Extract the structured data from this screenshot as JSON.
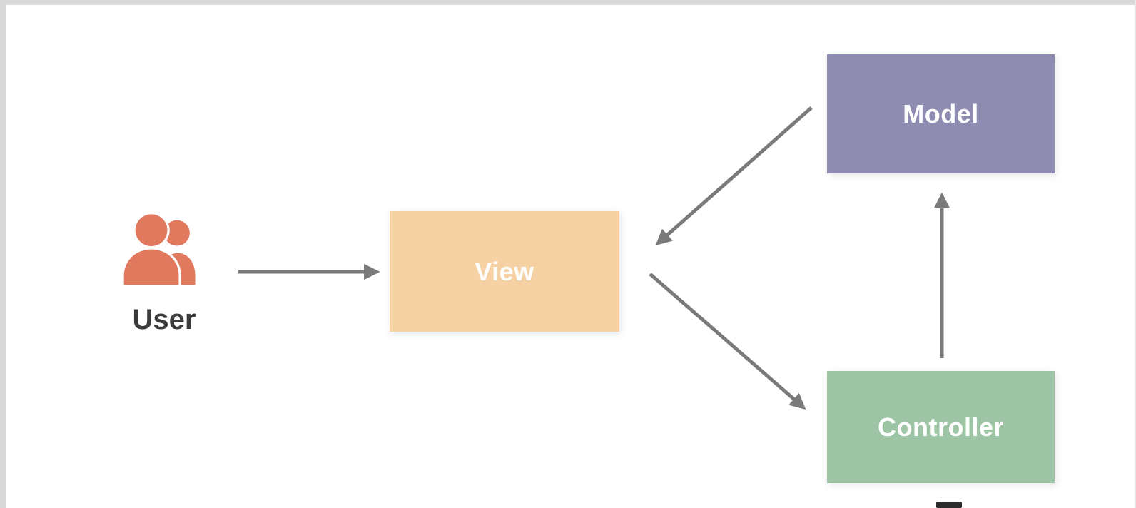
{
  "diagram": {
    "type": "flowchart",
    "nodes": {
      "user": {
        "label": "User",
        "icon": "users-icon",
        "icon_color": "#e0795d",
        "label_color": "#3b3b3b"
      },
      "view": {
        "label": "View",
        "fill": "#f5d1a3",
        "text_color": "#ffffff"
      },
      "model": {
        "label": "Model",
        "fill": "#8f8cb2",
        "text_color": "#ffffff"
      },
      "controller": {
        "label": "Controller",
        "fill": "#9dc5a5",
        "text_color": "#ffffff"
      }
    },
    "edges": [
      {
        "from": "user",
        "to": "view"
      },
      {
        "from": "model",
        "to": "view"
      },
      {
        "from": "view",
        "to": "controller"
      },
      {
        "from": "controller",
        "to": "model"
      }
    ],
    "colors": {
      "arrow": "#7a7a7a",
      "background": "#ffffff",
      "frame": "#d9d9d9"
    }
  }
}
